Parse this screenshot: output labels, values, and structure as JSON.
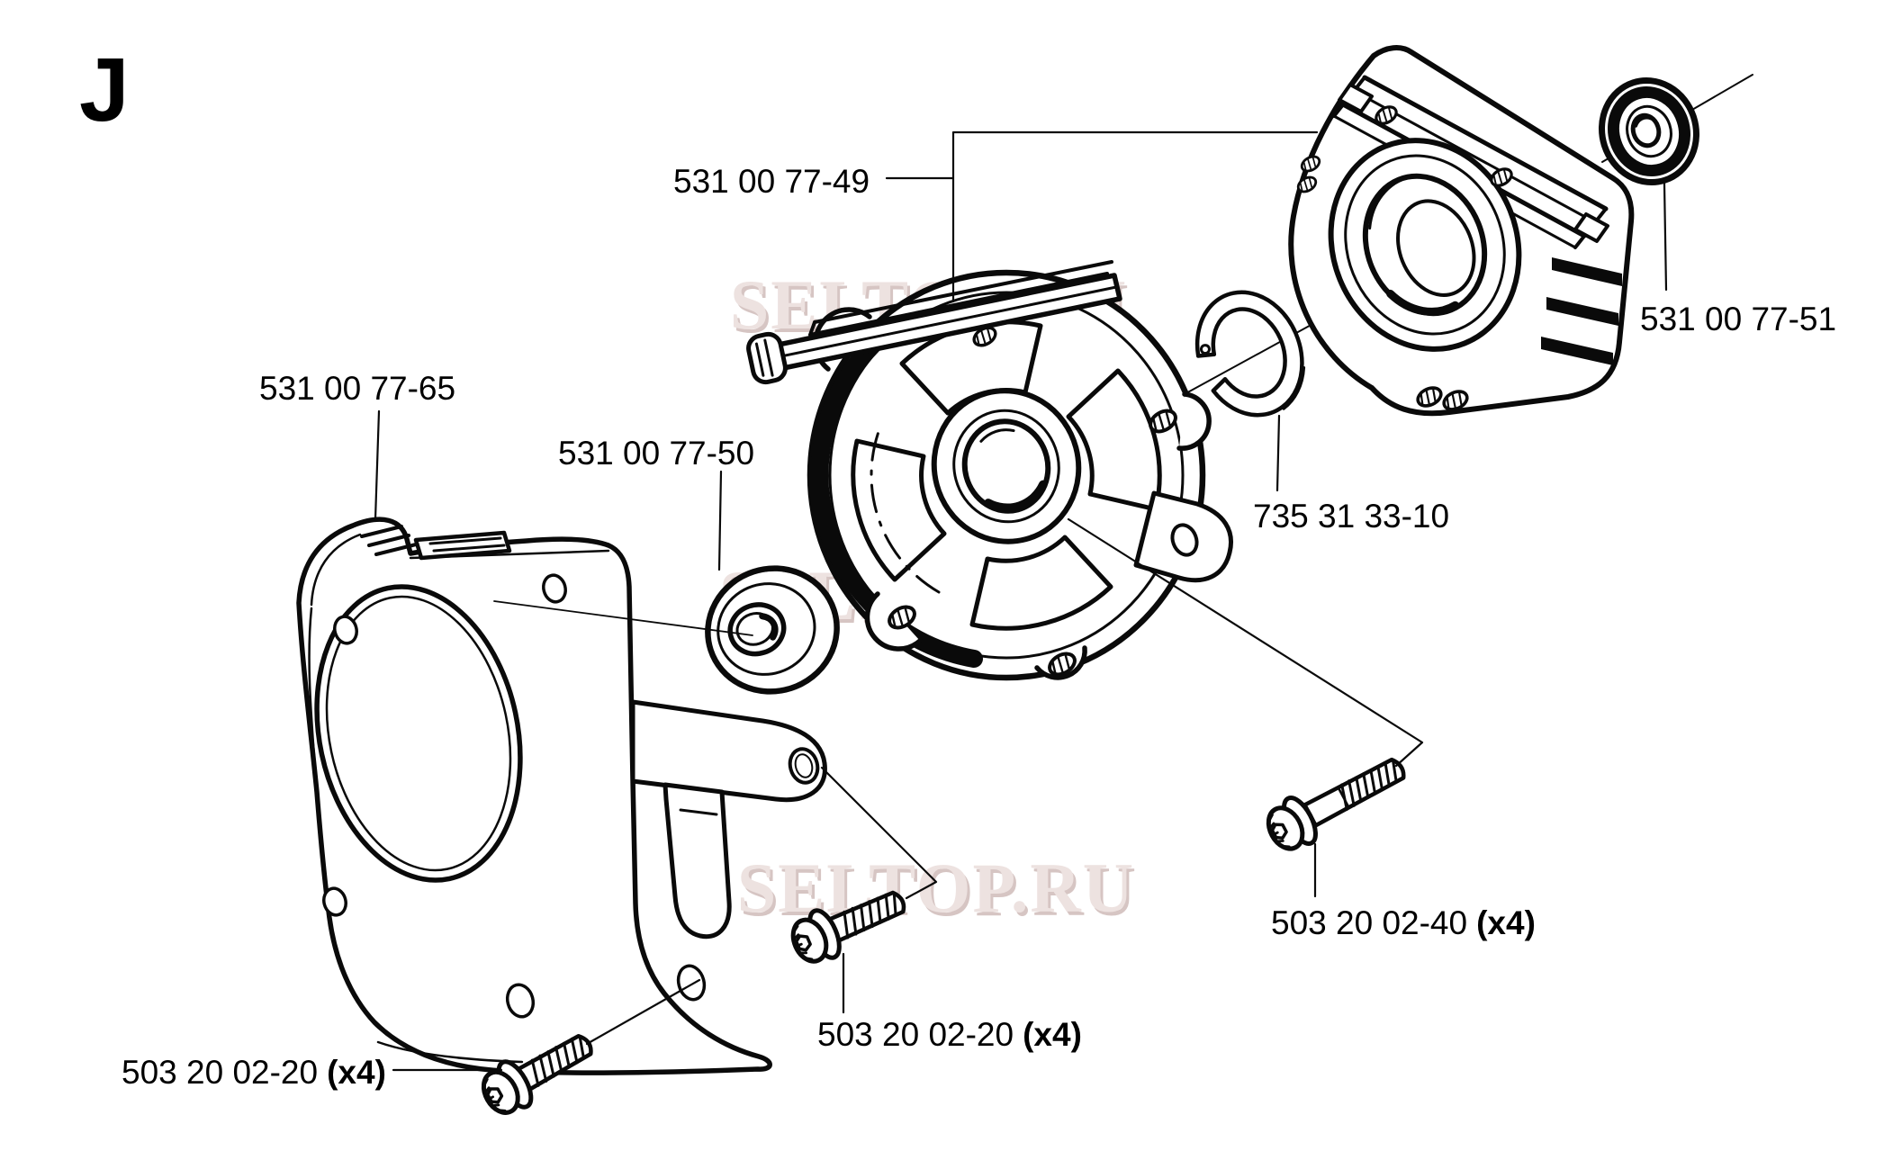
{
  "section_letter": "J",
  "watermark": {
    "text": "SELTOP.RU",
    "color": "#ede2e0",
    "shadow_color": "#c9b2af"
  },
  "part_labels": {
    "crankcase_assembly": "531 00 77-49",
    "oil_seal_right": "531 00 77-51",
    "cover_plate": "531 00 77-65",
    "bearing": "531 00 77-50",
    "lock_ring": "735 31 33-10",
    "screw_long": "503 20 02-40",
    "screw_long_qty": "(x4)",
    "screw_center": "503 20 02-20",
    "screw_center_qty": "(x4)",
    "screw_left": "503 20 02-20",
    "screw_left_qty": "(x4)"
  },
  "colors": {
    "background": "#ffffff",
    "line": "#0a0a0a",
    "text": "#000000"
  }
}
